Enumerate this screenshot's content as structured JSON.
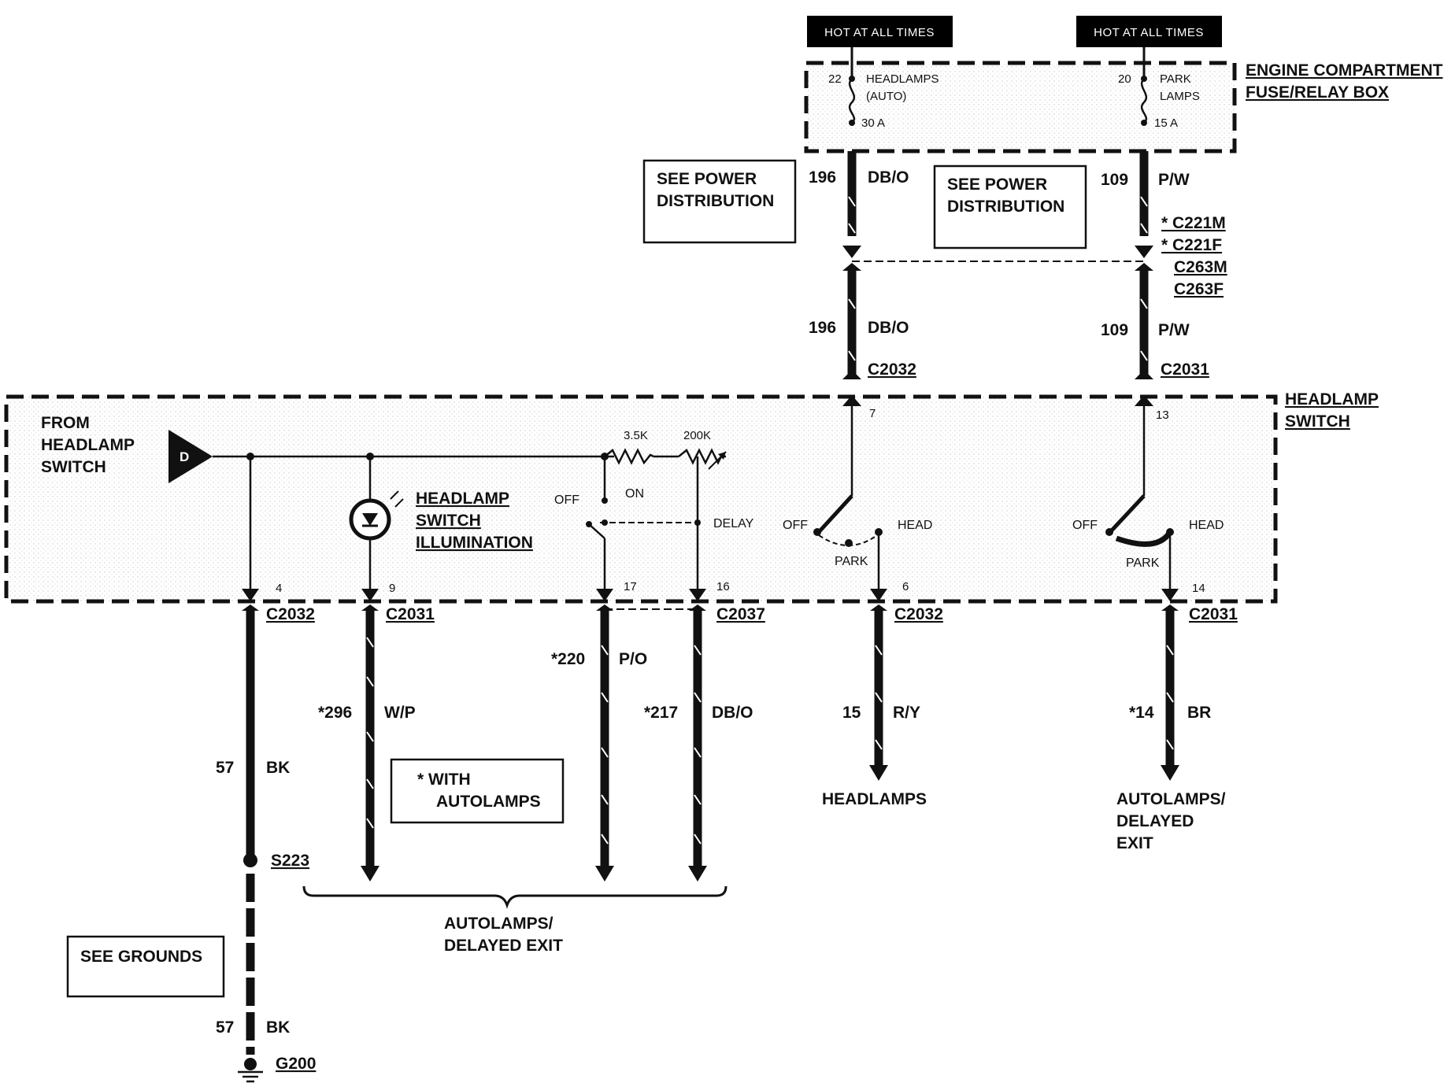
{
  "hot": {
    "left": "HOT AT ALL TIMES",
    "right": "HOT AT ALL TIMES"
  },
  "fuse_box": {
    "title_line1": "ENGINE COMPARTMENT",
    "title_line2": "FUSE/RELAY BOX",
    "fuse_left": {
      "number": "22",
      "name_line1": "HEADLAMPS",
      "name_line2": "(AUTO)",
      "rating": "30 A"
    },
    "fuse_right": {
      "number": "20",
      "name_line1": "PARK",
      "name_line2": "LAMPS",
      "rating": "15 A"
    }
  },
  "see_power_left": {
    "line1": "SEE POWER",
    "line2": "DISTRIBUTION"
  },
  "see_power_right": {
    "line1": "SEE POWER",
    "line2": "DISTRIBUTION"
  },
  "wire_196_top": {
    "circuit": "196",
    "color": "DB/O"
  },
  "wire_109_top": {
    "circuit": "109",
    "color": "P/W"
  },
  "connectors_109": [
    "* C221M",
    "* C221F",
    "C263M",
    "C263F"
  ],
  "wire_196_bottom": {
    "circuit": "196",
    "color": "DB/O",
    "connector": "C2032"
  },
  "wire_109_bottom": {
    "circuit": "109",
    "color": "P/W",
    "connector": "C2031"
  },
  "switch_box": {
    "title_line1": "HEADLAMP",
    "title_line2": "SWITCH",
    "from_line1": "FROM",
    "from_line2": "HEADLAMP",
    "from_line3": "SWITCH",
    "d_symbol": "D",
    "illum_line1": "HEADLAMP",
    "illum_line2": "SWITCH",
    "illum_line3": "ILLUMINATION",
    "res1": "3.5K",
    "res2": "200K",
    "pos_off": "OFF",
    "pos_on": "ON",
    "pos_delay": "DELAY",
    "pin_7": "7",
    "pin_13": "13",
    "sw1_off": "OFF",
    "sw1_head": "HEAD",
    "sw1_park": "PARK",
    "sw2_off": "OFF",
    "sw2_head": "HEAD",
    "sw2_park": "PARK",
    "pin_4": "4",
    "pin_9": "9",
    "pin_17": "17",
    "pin_16": "16",
    "pin_6": "6",
    "pin_14": "14"
  },
  "bottom_connectors": {
    "c_4": "C2032",
    "c_9": "C2031",
    "c_16": "C2037",
    "c_6": "C2032",
    "c_14": "C2031"
  },
  "wire_57": {
    "circuit": "57",
    "color": "BK"
  },
  "splice": "S223",
  "see_grounds": "SEE GROUNDS",
  "wire_57b": {
    "circuit": "57",
    "color": "BK"
  },
  "ground": "G200",
  "wire_296": {
    "circuit": "*296",
    "color": "W/P"
  },
  "with_autolamps": {
    "line1": "* WITH",
    "line2": "AUTOLAMPS"
  },
  "wire_220": {
    "circuit": "*220",
    "color": "P/O"
  },
  "wire_217": {
    "circuit": "*217",
    "color": "DB/O"
  },
  "autolamps_group": {
    "line1": "AUTOLAMPS/",
    "line2": "DELAYED EXIT"
  },
  "wire_15": {
    "circuit": "15",
    "color": "R/Y"
  },
  "headlamps_dest": "HEADLAMPS",
  "wire_14": {
    "circuit": "*14",
    "color": "BR"
  },
  "autolamps_dest": {
    "line1": "AUTOLAMPS/",
    "line2": "DELAYED",
    "line3": "EXIT"
  }
}
